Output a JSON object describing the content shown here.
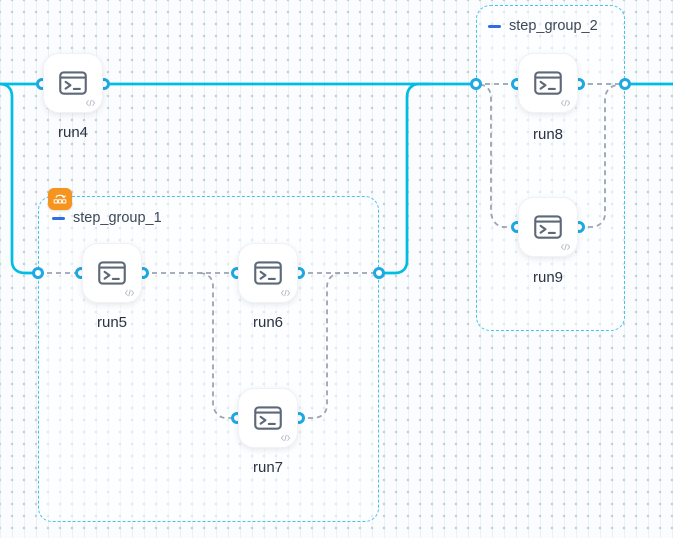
{
  "app": {
    "view": "workflow-topology-canvas"
  },
  "colors": {
    "edge_active": "#00bde3",
    "edge_dependency": "#9aa3b2",
    "port_ring": "#1ea9e2",
    "group_border": "#45c4e8",
    "collapse_icon_blue": "#2f6de0",
    "badge_orange": "#f5941f",
    "node_icon_gray": "#5d6878"
  },
  "icons": {
    "node_type": "terminal-icon",
    "node_corner": "code-icon",
    "group_collapse": "minus-icon",
    "group1_badge": "loop-badge-icon"
  },
  "nodes": {
    "run4": {
      "label": "run4"
    },
    "run5": {
      "label": "run5"
    },
    "run6": {
      "label": "run6"
    },
    "run7": {
      "label": "run7"
    },
    "run8": {
      "label": "run8"
    },
    "run9": {
      "label": "run9"
    }
  },
  "groups": {
    "group1": {
      "label": "step_group_1",
      "has_loop_badge": true
    },
    "group2": {
      "label": "step_group_2",
      "has_loop_badge": false
    }
  }
}
